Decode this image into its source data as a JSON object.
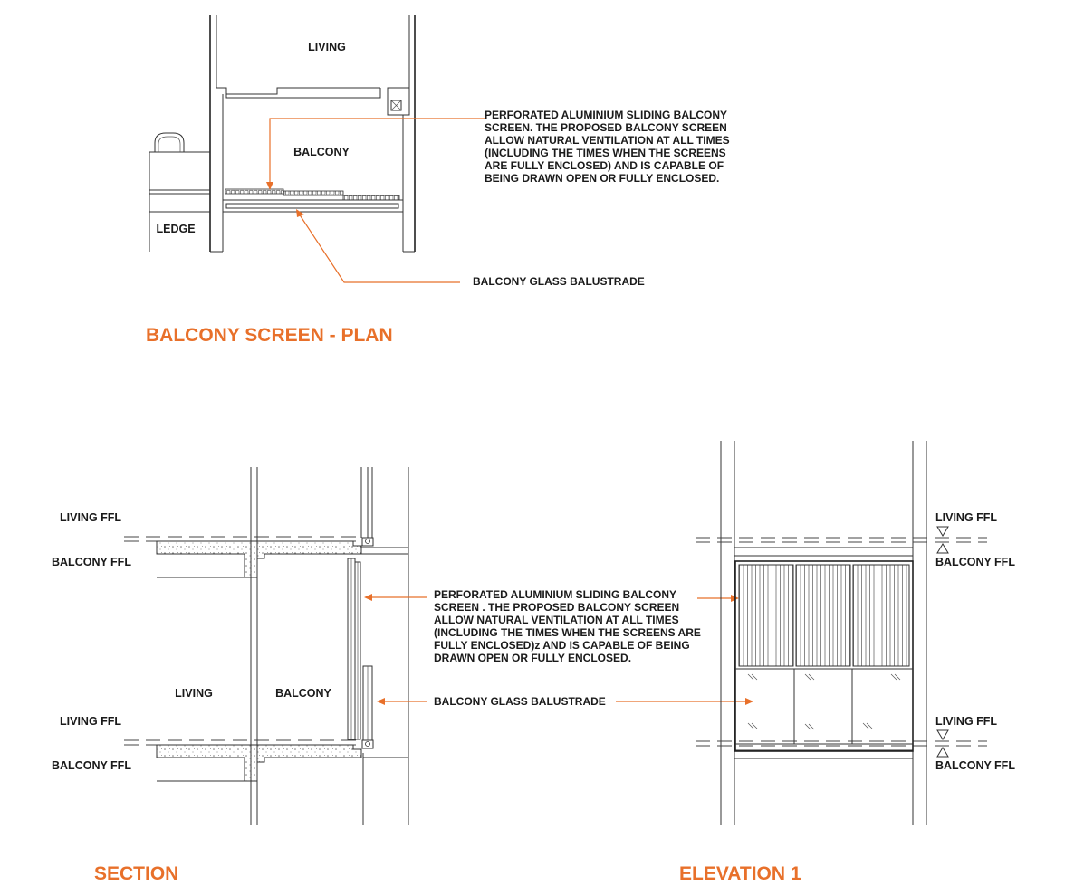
{
  "colors": {
    "accent": "#e8702a",
    "line": "#333333",
    "text": "#1a1a1a"
  },
  "plan": {
    "title": "BALCONY SCREEN - PLAN",
    "label_living": "LIVING",
    "label_balcony": "BALCONY",
    "label_ledge": "LEDGE",
    "screen_note": [
      "PERFORATED ALUMINIUM SLIDING BALCONY",
      "SCREEN. THE PROPOSED BALCONY SCREEN",
      "ALLOW NATURAL VENTILATION AT ALL TIMES",
      "(INCLUDING THE TIMES WHEN THE SCREENS",
      "ARE FULLY ENCLOSED) AND IS CAPABLE OF",
      "BEING DRAWN OPEN OR FULLY ENCLOSED."
    ],
    "balustrade_note": "BALCONY GLASS BALUSTRADE"
  },
  "section": {
    "title": "SECTION",
    "living_ffl_top": "LIVING FFL",
    "balcony_ffl_top": "BALCONY FFL",
    "living_ffl_bottom": "LIVING FFL",
    "balcony_ffl_bottom": "BALCONY FFL",
    "label_living": "LIVING",
    "label_balcony": "BALCONY",
    "screen_note": [
      "PERFORATED ALUMINIUM SLIDING BALCONY",
      "SCREEN . THE PROPOSED BALCONY SCREEN",
      "ALLOW NATURAL VENTILATION AT ALL TIMES",
      "(INCLUDING THE TIMES WHEN THE SCREENS ARE",
      "FULLY ENCLOSED)z AND IS CAPABLE OF BEING",
      "DRAWN OPEN OR FULLY ENCLOSED."
    ],
    "balustrade_note": "BALCONY GLASS BALUSTRADE"
  },
  "elevation": {
    "title": "ELEVATION 1",
    "living_ffl_top": "LIVING FFL",
    "balcony_ffl_top": "BALCONY FFL",
    "living_ffl_bottom": "LIVING FFL",
    "balcony_ffl_bottom": "BALCONY FFL"
  }
}
